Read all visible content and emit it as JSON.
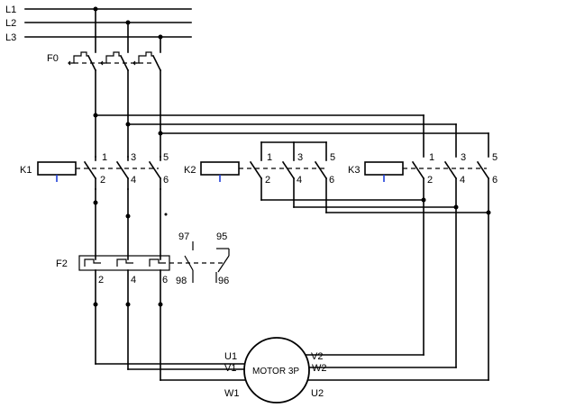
{
  "lines": {
    "l1": "L1",
    "l2": "L2",
    "l3": "L3"
  },
  "fuse": {
    "label": "F0"
  },
  "contactors": {
    "k1": {
      "label": "K1",
      "top": [
        "1",
        "3",
        "5"
      ],
      "bottom": [
        "2",
        "4",
        "6"
      ]
    },
    "k2": {
      "label": "K2",
      "top": [
        "1",
        "3",
        "5"
      ],
      "bottom": [
        "2",
        "4",
        "6"
      ]
    },
    "k3": {
      "label": "K3",
      "top": [
        "1",
        "3",
        "5"
      ],
      "bottom": [
        "2",
        "4",
        "6"
      ]
    }
  },
  "overload": {
    "label": "F2",
    "terminals": [
      "2",
      "4",
      "6"
    ],
    "aux_contacts": {
      "no_top": "97",
      "no_bottom": "98",
      "nc_top": "95",
      "nc_bottom": "96"
    }
  },
  "motor": {
    "label": "MOTOR 3P",
    "left_terminals": [
      "U1",
      "V1",
      "W1"
    ],
    "right_terminals": [
      "V2",
      "W2",
      "U2"
    ]
  }
}
